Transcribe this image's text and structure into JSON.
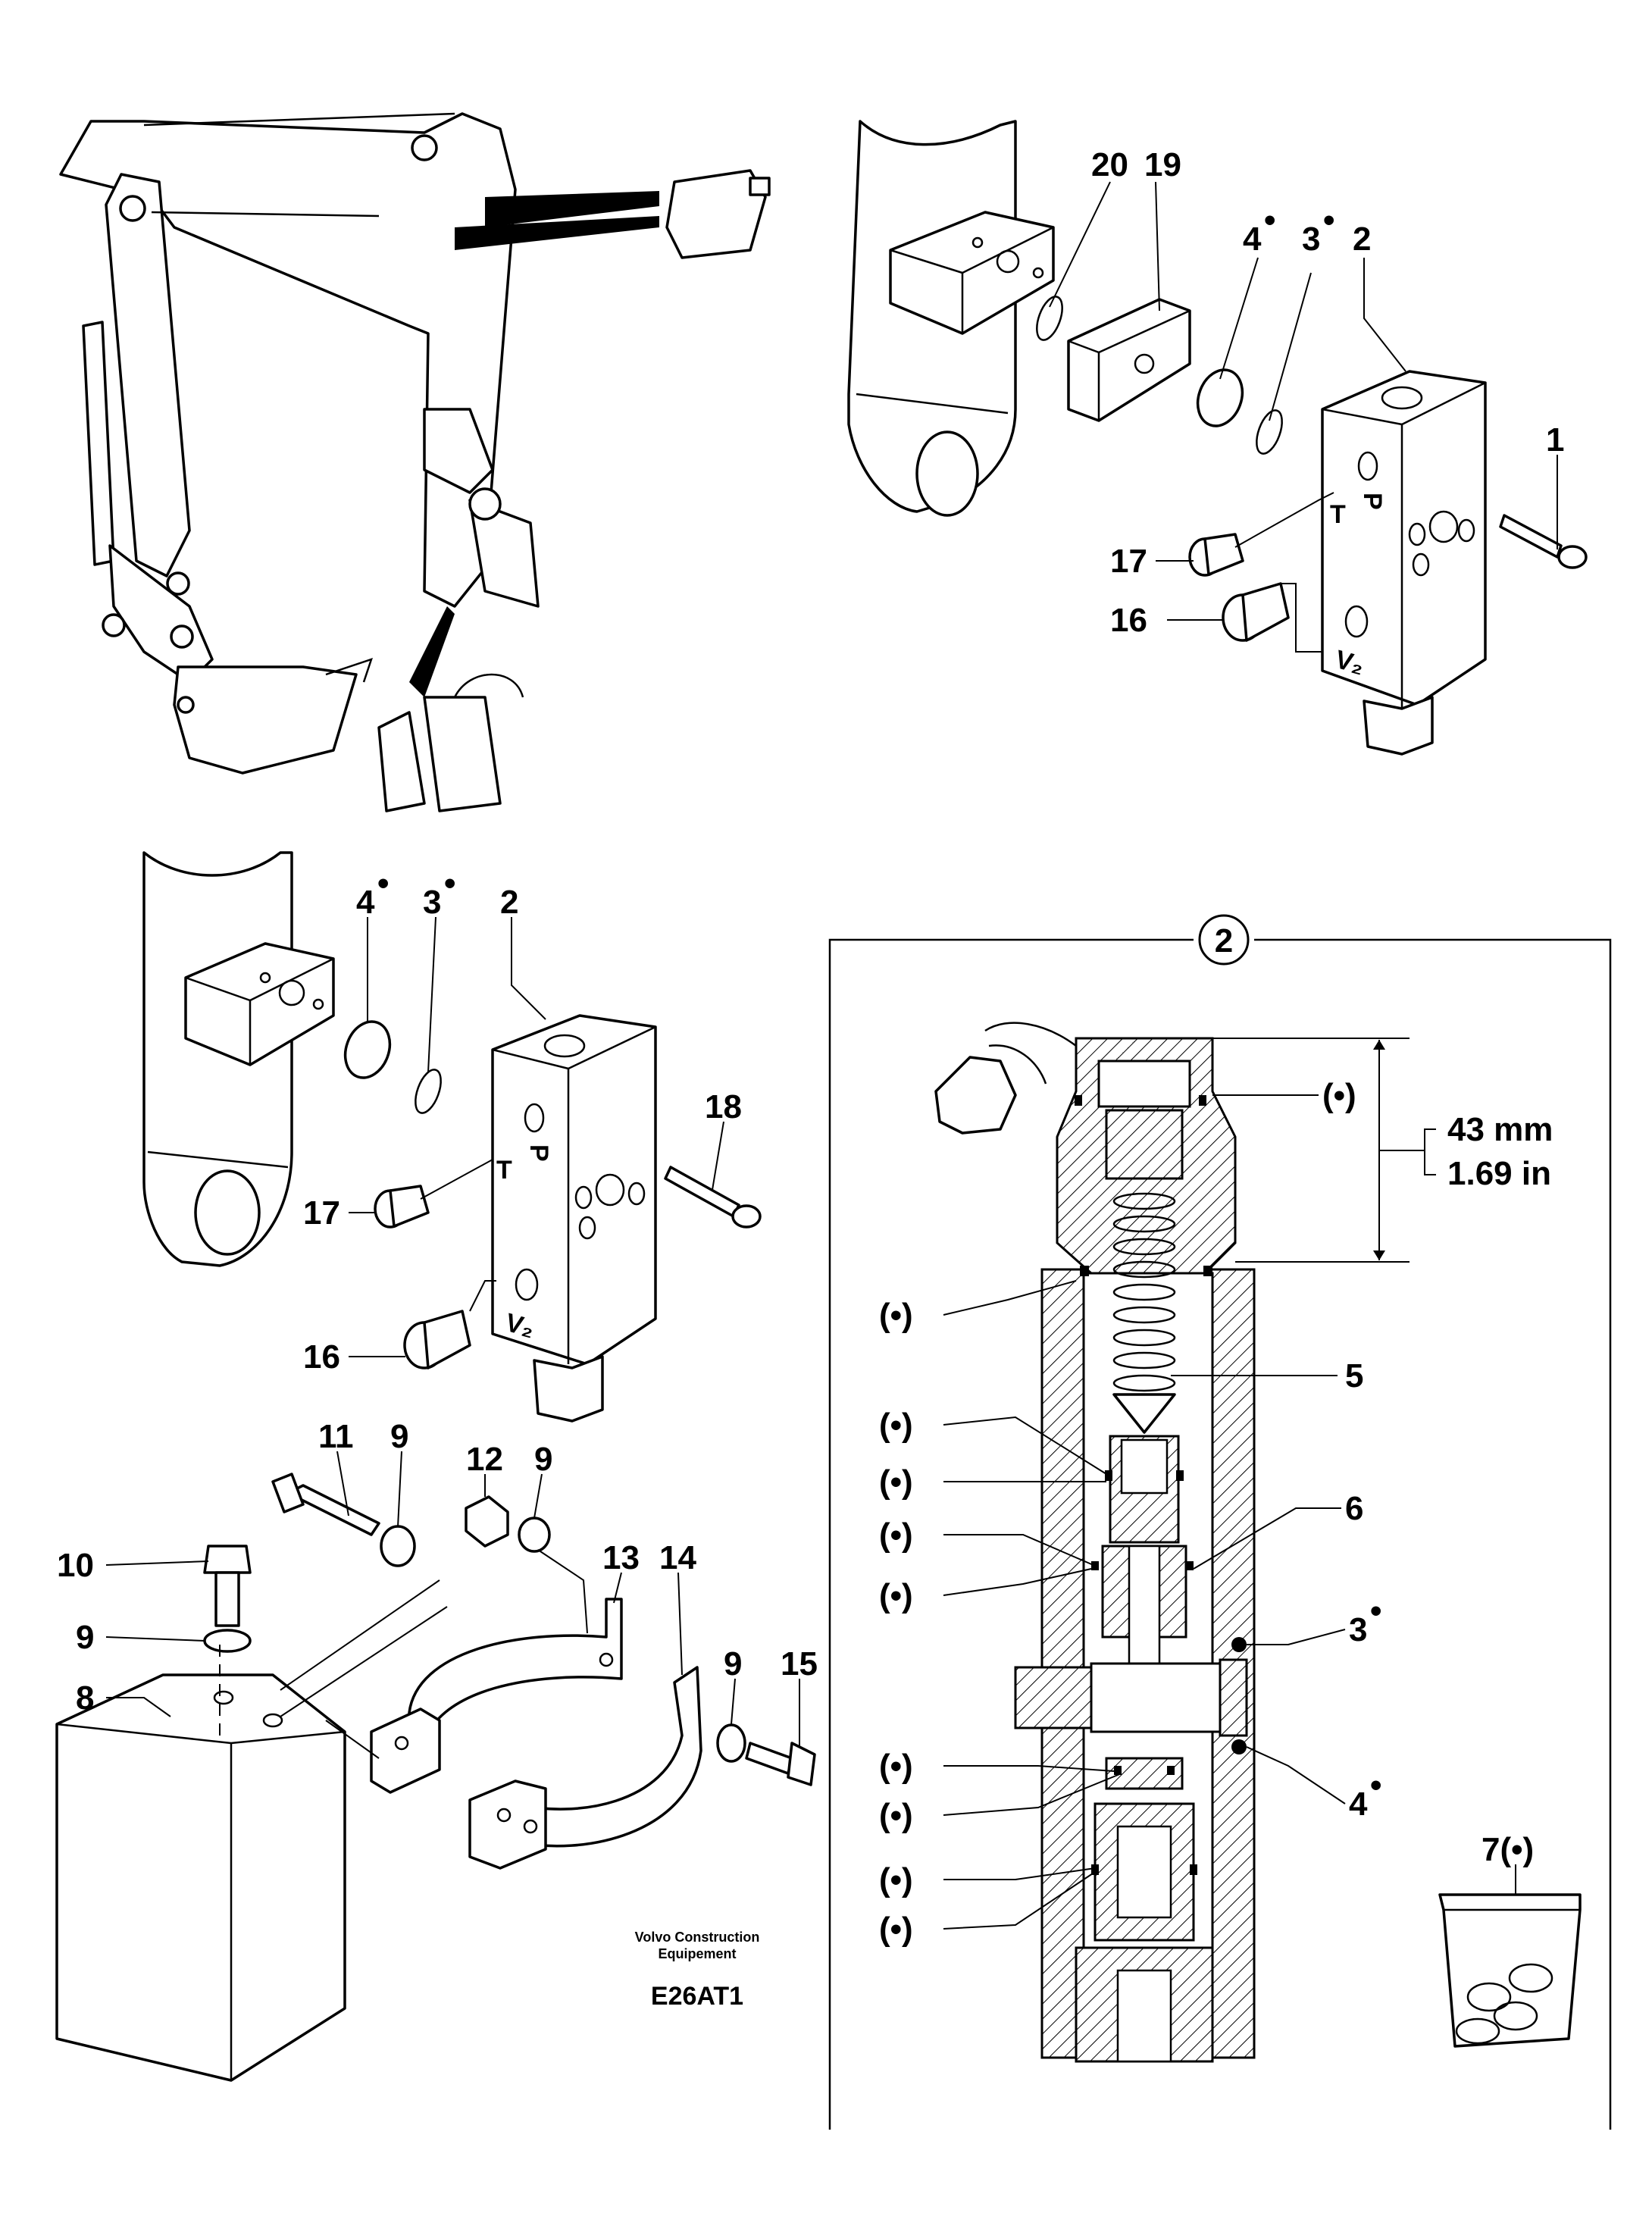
{
  "callouts": {
    "top_right": {
      "c20": "20",
      "c19": "19",
      "c4": "4",
      "c3": "3",
      "c2": "2",
      "c1": "1",
      "c17": "17",
      "c16": "16"
    },
    "mid_left": {
      "c4": "4",
      "c3": "3",
      "c2": "2",
      "c18": "18",
      "c17": "17",
      "c16": "16"
    },
    "bracket": {
      "c11": "11",
      "c9a": "9",
      "c12": "12",
      "c9b": "9",
      "c10": "10",
      "c9c": "9",
      "c8": "8",
      "c13": "13",
      "c14": "14",
      "c9d": "9",
      "c15": "15"
    },
    "detail": {
      "circle": "2",
      "c5": "5",
      "c6": "6",
      "c3": "3",
      "c4": "4",
      "c7": "7(•)",
      "paren": "(•)"
    }
  },
  "star_marker": "•",
  "port_labels": {
    "P": "P",
    "T": "T",
    "V2": "V₂"
  },
  "dimension": {
    "mm": "43 mm",
    "inch": "1.69 in"
  },
  "credit": {
    "line1": "Volvo Construction",
    "line2": "Equipement"
  },
  "drawing_code": "E26AT1"
}
